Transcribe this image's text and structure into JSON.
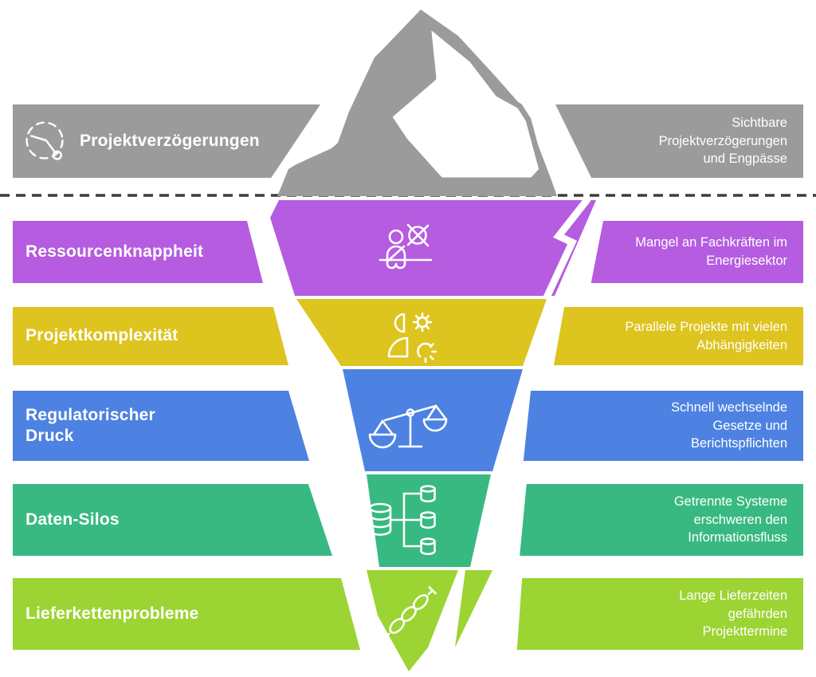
{
  "surface": {
    "label": "Projektverzögerungen",
    "description": "Sichtbare Projektverzögerungen und Engpässe",
    "color": "#9b9b9b",
    "icon": "delay-clock-icon"
  },
  "waterline": {
    "style": "dashed",
    "color": "#3d3d3d"
  },
  "hidden_layers": [
    {
      "label": "Ressourcenknappheit",
      "description": "Mangel an Fachkräften im Energiesektor",
      "color": "#b55ce0",
      "icon": "person-unavailable-icon"
    },
    {
      "label": "Projektkomplexität",
      "description": "Parallele Projekte mit vielen Abhängigkeiten",
      "color": "#ddc41f",
      "icon": "person-gears-icon"
    },
    {
      "label": "Regulatorischer Druck",
      "description": "Schnell wechselnde Gesetze und Berichtspflichten",
      "color": "#4d82e2",
      "icon": "scales-icon"
    },
    {
      "label": "Daten-Silos",
      "description": "Getrennte Systeme erschweren den Informationsfluss",
      "color": "#38b981",
      "icon": "database-network-icon"
    },
    {
      "label": "Lieferkettenprobleme",
      "description": "Lange Lieferzeiten gefährden Projekttermine",
      "color": "#9cd433",
      "icon": "chain-links-icon"
    }
  ],
  "background_color": "#ffffff"
}
